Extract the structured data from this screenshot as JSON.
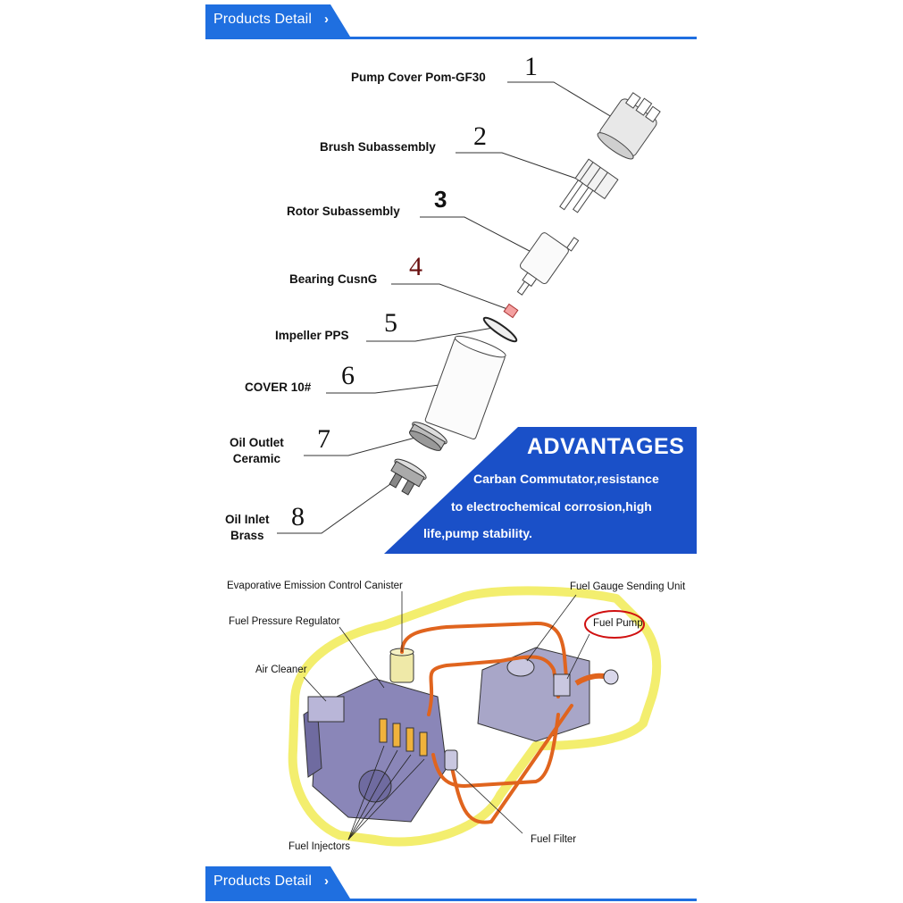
{
  "banner_top": {
    "label": "Products Detail",
    "chevron": "›"
  },
  "banner_bottom": {
    "label": "Products Detail",
    "chevron": "›"
  },
  "parts": [
    {
      "num": "1",
      "label": "Pump Cover Pom-GF30"
    },
    {
      "num": "2",
      "label": "Brush Subassembly"
    },
    {
      "num": "3",
      "label": "Rotor Subassembly"
    },
    {
      "num": "4",
      "label": "Bearing CusnG"
    },
    {
      "num": "5",
      "label": "Impeller PPS"
    },
    {
      "num": "6",
      "label": "COVER 10#"
    },
    {
      "num": "7",
      "label_line1": "Oil Outlet",
      "label_line2": "Ceramic"
    },
    {
      "num": "8",
      "label_line1": "Oil Inlet",
      "label_line2": "Brass"
    }
  ],
  "advantages": {
    "title": "ADVANTAGES",
    "line1": "Carban Commutator,resistance",
    "line2": "to electrochemical corrosion,high",
    "line3": "life,pump stability."
  },
  "car_diagram": {
    "evaporative": "Evaporative Emission  Control Canister",
    "gauge": "Fuel Gauge  Sending Unit",
    "regulator": "Fuel Pressure  Regulator",
    "fuel_pump": "Fuel Pump",
    "air_cleaner": "Air Cleaner",
    "fuel_filter": "Fuel Filter",
    "injectors": "Fuel Injectors"
  },
  "colors": {
    "brand_blue": "#1f6fe0",
    "panel_blue": "#1a50c8",
    "fuel_line": "#e0641e",
    "highlight_yellow": "#f6f07a",
    "pump_circle": "#d01010"
  }
}
